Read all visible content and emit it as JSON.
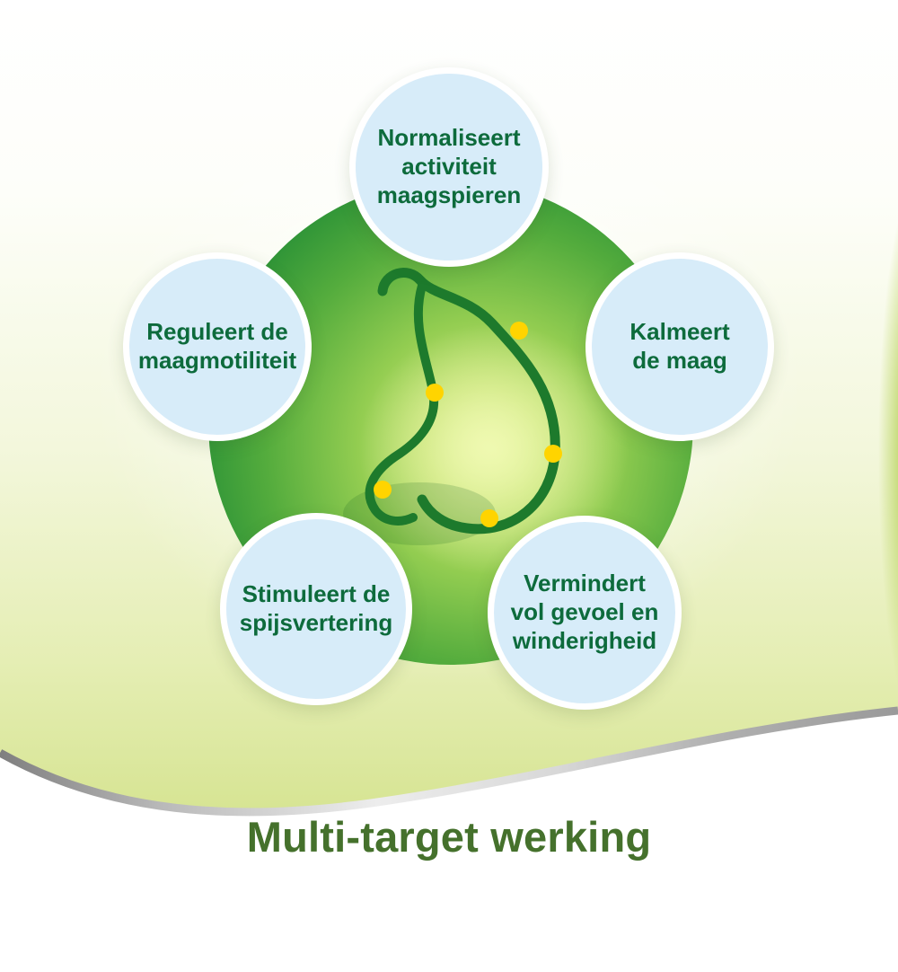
{
  "title": "Multi-target werking",
  "bubbles": [
    {
      "id": "normaliseert",
      "label": "Normaliseert activiteit maagspieren"
    },
    {
      "id": "reguleert",
      "label": "Reguleert de maagmotiliteit"
    },
    {
      "id": "kalmeert",
      "label": "Kalmeert de maag"
    },
    {
      "id": "stimuleert",
      "label": "Stimuleert de spijsvertering"
    },
    {
      "id": "vermindert",
      "label": "Vermindert vol gevoel en winderigheid"
    }
  ],
  "icons": {
    "center": "stomach-outline-icon",
    "markers": "yellow-target-dot-icon"
  },
  "colors": {
    "bubble_fill": "#d7ecf9",
    "bubble_text_green": "#0d6b3c",
    "title_green": "#45712c",
    "disc_edge_green": "#1b782c",
    "disc_center_green": "#e6f3a4",
    "stomach_stroke": "#1d7a2c",
    "dot": "#ffd400",
    "silver_line": "#c9c9c9",
    "background_green": "#d6e492"
  }
}
